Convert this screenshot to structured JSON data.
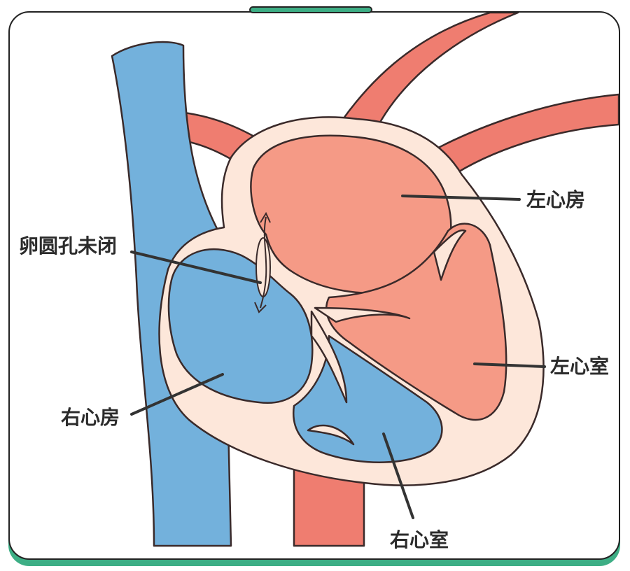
{
  "labels": {
    "left_atrium": "左心房",
    "left_ventricle": "左心室",
    "right_atrium": "右心房",
    "right_ventricle": "右心室",
    "foramen_ovale": "卵圆孔未闭"
  },
  "colors": {
    "artery": "#ef7d70",
    "artery_chamber": "#f59a86",
    "vein": "#73b1dc",
    "heart_wall": "#fde7da",
    "outline": "#3a2a2a",
    "frame_accent": "#3dae85"
  }
}
